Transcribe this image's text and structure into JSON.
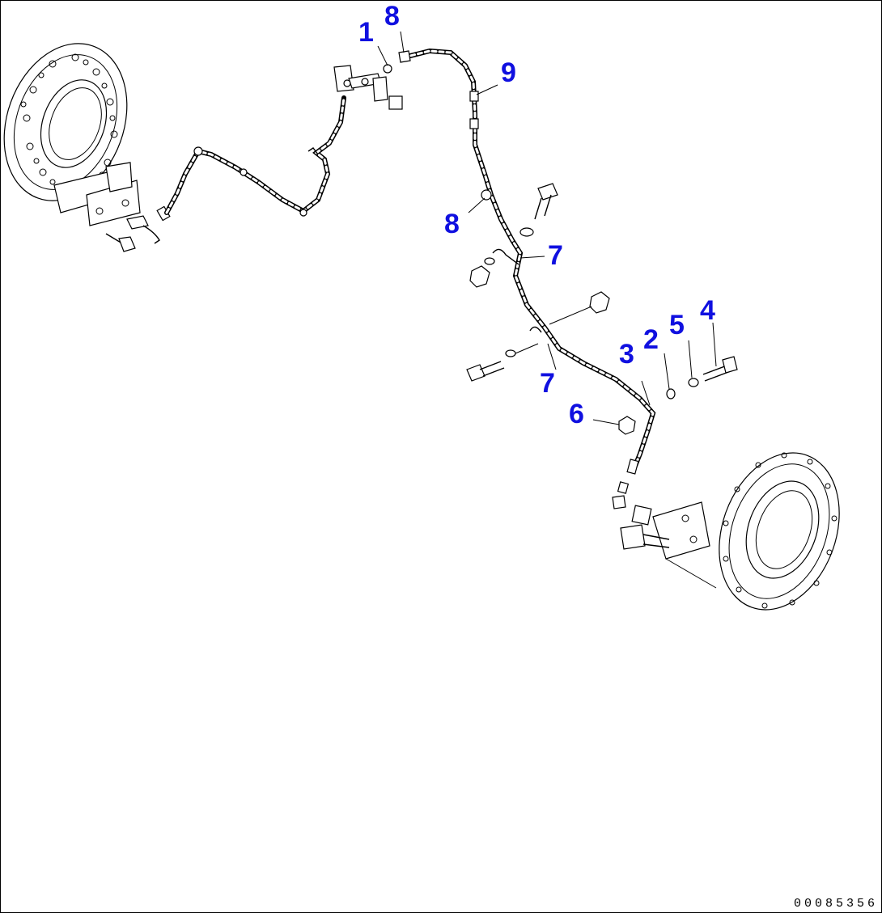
{
  "callouts": {
    "c1": "1",
    "c2": "2",
    "c3": "3",
    "c4": "4",
    "c5": "5",
    "c6": "6",
    "c7a": "7",
    "c7b": "7",
    "c8a": "8",
    "c8b": "8",
    "c9": "9"
  },
  "drawing_number": "00085356",
  "colors": {
    "callout": "#1010e0",
    "line": "#000000",
    "background": "#ffffff"
  }
}
